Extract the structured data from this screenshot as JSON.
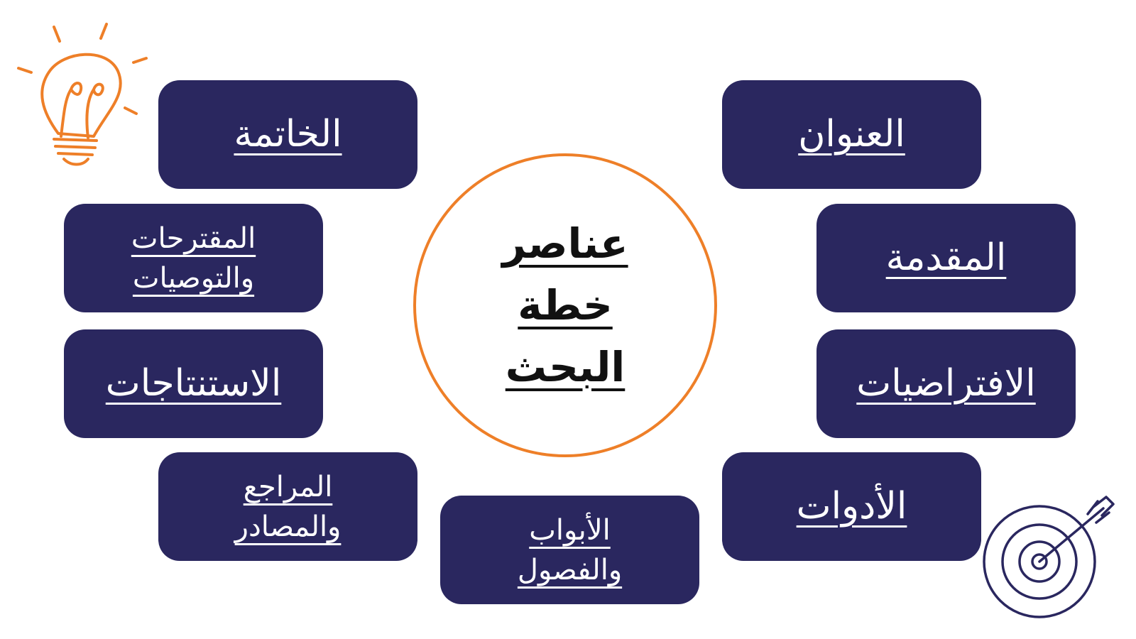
{
  "center": {
    "label": "عناصر\nخطة\nالبحث"
  },
  "items": {
    "title": "العنوان",
    "introduction": "المقدمة",
    "hypotheses": "الافتراضيات",
    "tools": "الأدوات",
    "chapters": "الأبواب\nوالفصول",
    "references": "المراجع\nوالمصادر",
    "conclusions": "الاستنتاجات",
    "recommendations": "المقترحات\nوالتوصيات",
    "conclusion": "الخاتمة"
  },
  "colors": {
    "box_fill": "#2a275f",
    "box_text": "#ffffff",
    "circle_border": "#ee7f28",
    "bulb": "#ee7f28",
    "target": "#2a275f"
  },
  "icons": [
    "lightbulb-icon",
    "target-arrow-icon"
  ]
}
